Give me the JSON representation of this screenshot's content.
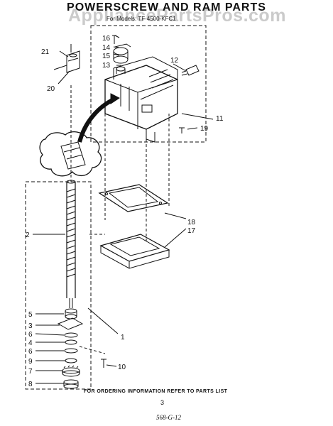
{
  "header": {
    "title": "POWERSCREW AND RAM PARTS",
    "subtitle": "For Models: TF-4500-KFC1",
    "watermark": "AppliancePartsPros.com"
  },
  "callouts": [
    {
      "id": "16",
      "label": "16"
    },
    {
      "id": "14",
      "label": "14"
    },
    {
      "id": "15",
      "label": "15"
    },
    {
      "id": "13",
      "label": "13"
    },
    {
      "id": "12",
      "label": "12"
    },
    {
      "id": "21",
      "label": "21"
    },
    {
      "id": "20",
      "label": "20"
    },
    {
      "id": "11",
      "label": "11"
    },
    {
      "id": "19",
      "label": "19"
    },
    {
      "id": "18",
      "label": "18"
    },
    {
      "id": "17",
      "label": "17"
    },
    {
      "id": "2",
      "label": "2"
    },
    {
      "id": "1",
      "label": "1"
    },
    {
      "id": "5",
      "label": "5"
    },
    {
      "id": "3",
      "label": "3"
    },
    {
      "id": "6a",
      "label": "6"
    },
    {
      "id": "4",
      "label": "4"
    },
    {
      "id": "6b",
      "label": "6"
    },
    {
      "id": "9",
      "label": "9"
    },
    {
      "id": "10",
      "label": "10"
    },
    {
      "id": "7",
      "label": "7"
    },
    {
      "id": "8",
      "label": "8"
    }
  ],
  "footer": {
    "order_note": "FOR ORDERING INFORMATION REFER TO PARTS LIST",
    "page_number": "3",
    "sheet_code": "568-G-12"
  }
}
